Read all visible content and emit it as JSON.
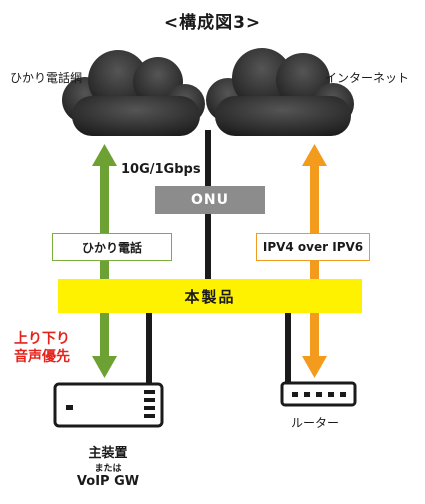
{
  "title": "<構成図3>",
  "clouds": {
    "left": {
      "label": "ひかり電話網"
    },
    "right": {
      "label": "インターネット"
    }
  },
  "speed_label": "10G/1Gbps",
  "onu_label": "ONU",
  "hikari_label": "ひかり電話",
  "ipv_label": "IPV4 over IPV6",
  "product_label": "本製品",
  "priority_label": [
    "上り下り",
    "音声優先"
  ],
  "main_device": {
    "label": "主装置",
    "sub": "または",
    "alt": "VoIP GW"
  },
  "router_label": "ルーター",
  "colors": {
    "green": "#6ea133",
    "orange": "#f29b1d",
    "yellow": "#fff200",
    "cloud": "#454545",
    "red": "#e5231b",
    "onu": "#8c8c8c"
  }
}
